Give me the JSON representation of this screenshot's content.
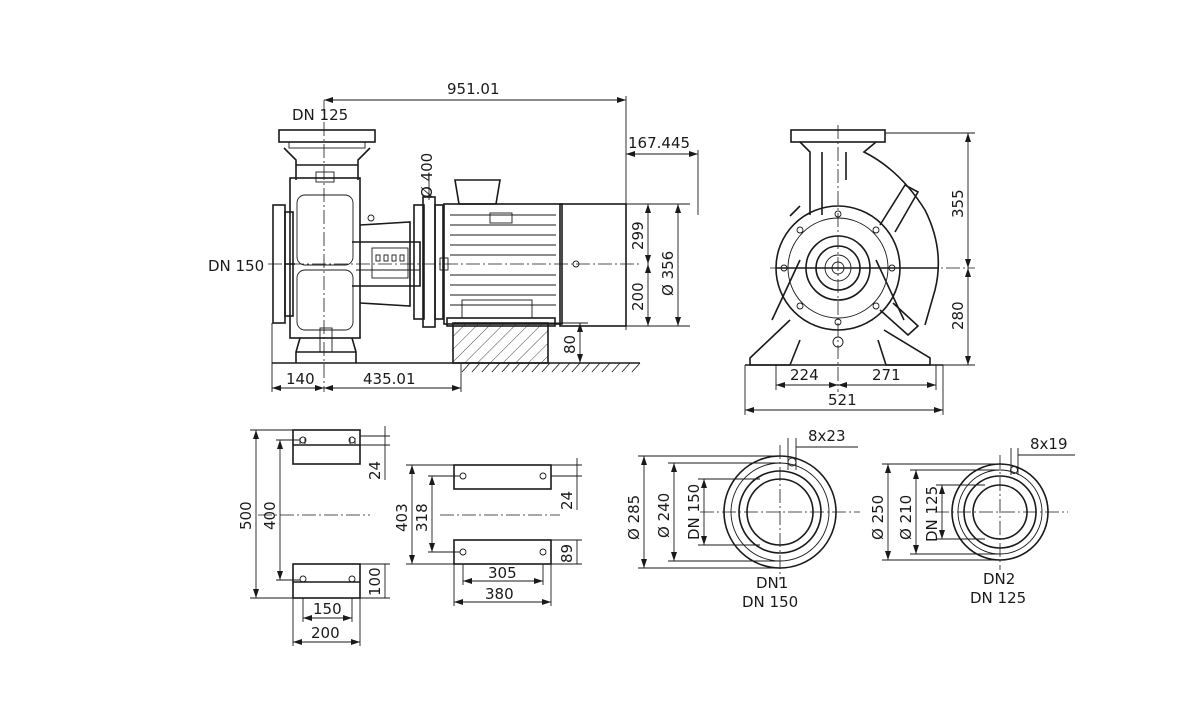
{
  "labels": {
    "dn125_top": "DN 125",
    "dn150_side": "DN 150",
    "len_total": "951.01",
    "len_overhang": "167.445",
    "dia_400": "Ø 400",
    "h_299": "299",
    "h_200": "200",
    "dia_356": "Ø 356",
    "h_80": "80",
    "w_140": "140",
    "w_435": "435.01",
    "h_355": "355",
    "h_280": "280",
    "w_224": "224",
    "w_271": "271",
    "w_521": "521",
    "f1_500": "500",
    "f1_400": "400",
    "f1_24": "24",
    "f1_100": "100",
    "f1_150": "150",
    "f1_200": "200",
    "f2_403": "403",
    "f2_318": "318",
    "f2_24": "24",
    "f2_89": "89",
    "f2_305": "305",
    "f2_380": "380",
    "fl1_holes": "8x23",
    "fl1_d285": "Ø 285",
    "fl1_d240": "Ø 240",
    "fl1_dn": "DN 150",
    "fl1_name": "DN1",
    "fl1_name2": "DN 150",
    "fl2_holes": "8x19",
    "fl2_d250": "Ø 250",
    "fl2_d210": "Ø 210",
    "fl2_dn": "DN 125",
    "fl2_name": "DN2",
    "fl2_name2": "DN 125"
  },
  "colors": {
    "line": "#1a1a1a",
    "background": "#ffffff"
  }
}
